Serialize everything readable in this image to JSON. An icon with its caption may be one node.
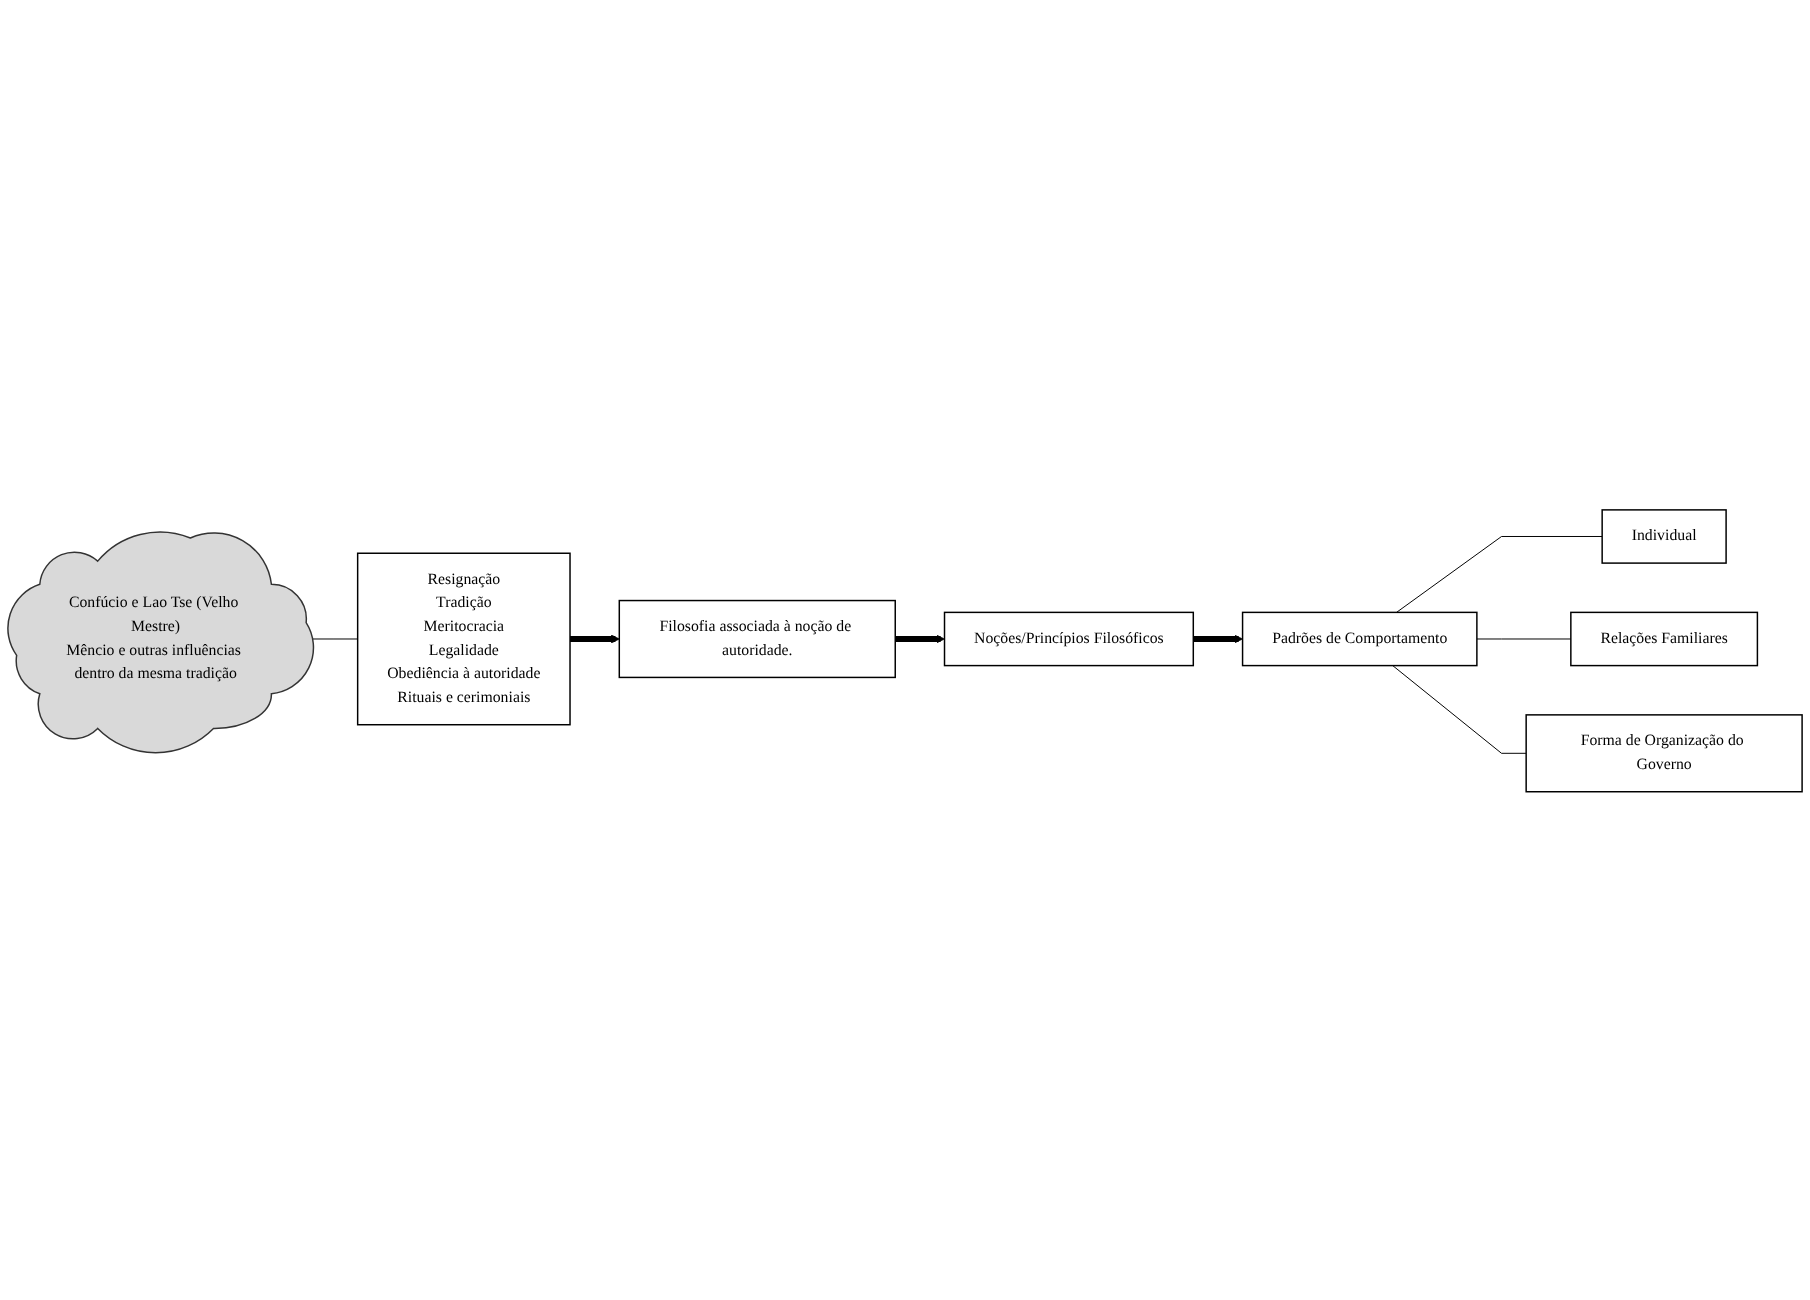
{
  "diagram": {
    "nodes": [
      {
        "text": [
          "Noções/Princípios Filosóficos"
        ]
      },
      {
        "text": [
          "Padrões de Comportamento"
        ]
      },
      {
        "text": [
          "Individual"
        ]
      },
      {
        "text": [
          "Relações Familiares"
        ]
      },
      {
        "text": [
          "Forma de Organização do Governo"
        ]
      },
      {
        "text": [
          "Filosofia associada à noção de autoridade."
        ]
      },
      {
        "text": [
          "Resignação",
          "Tradição",
          "Meritocracia",
          "Legalidade",
          "Obediência à autoridade",
          "Rituais e cerimoniais"
        ]
      },
      {
        "text": [
          "Confúcio e Lao Tse (Velho Mestre)",
          "Mêncio e outras influências dentro da mesma tradição"
        ]
      }
    ],
    "edges": [
      {
        "from": 0,
        "to": 1,
        "arrow": "to",
        "style": "thick"
      },
      {
        "from": 1,
        "to": 2,
        "arrow": "none"
      },
      {
        "from": 1,
        "to": 3,
        "arrow": "none"
      },
      {
        "from": 1,
        "to": 4,
        "arrow": "none"
      },
      {
        "from": 6,
        "to": 5,
        "arrow": "to",
        "style": "thick"
      },
      {
        "from": 5,
        "to": 0,
        "arrow": "to",
        "style": "thick"
      },
      {
        "from": 7,
        "to": 6,
        "arrow": "none"
      }
    ]
  }
}
